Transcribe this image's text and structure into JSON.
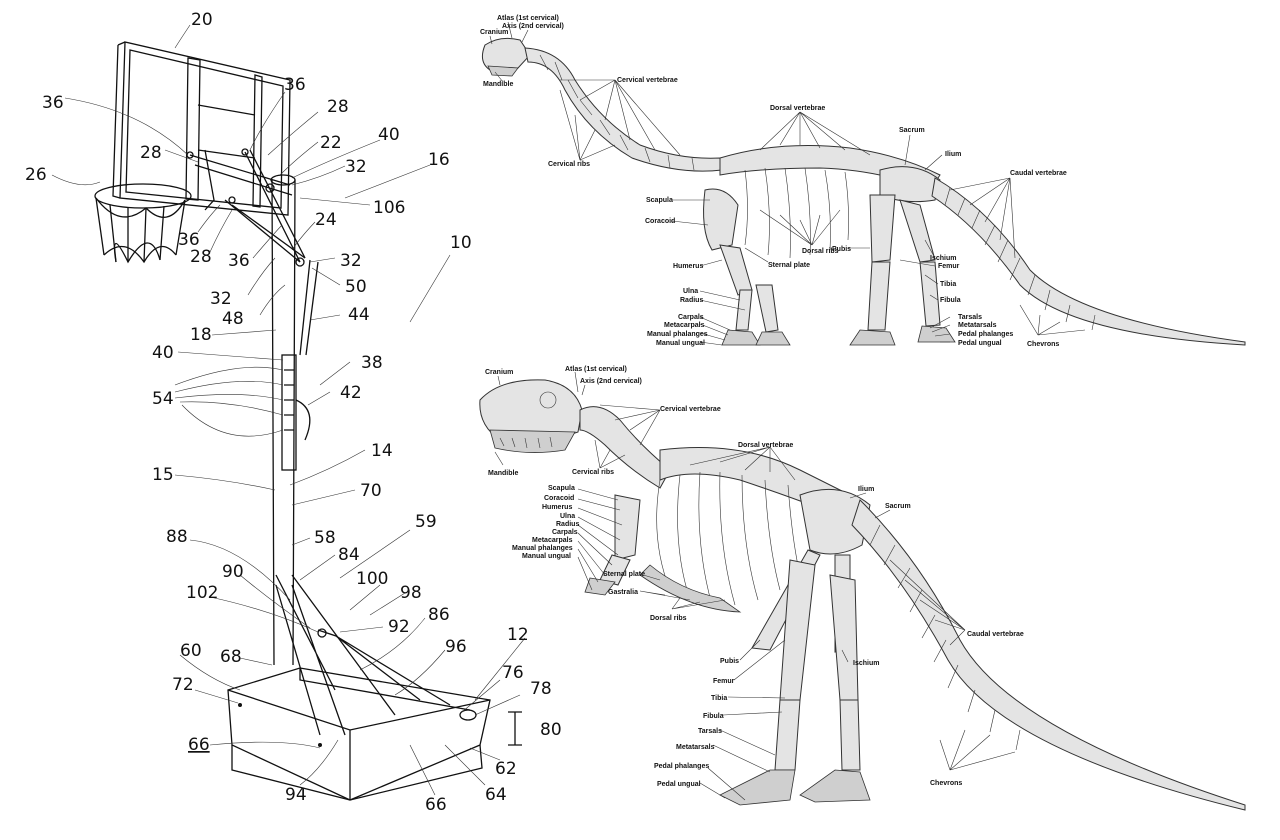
{
  "hoop": {
    "refs": [
      "20",
      "36",
      "36",
      "28",
      "28",
      "22",
      "40",
      "26",
      "32",
      "16",
      "106",
      "36",
      "28",
      "36",
      "24",
      "32",
      "50",
      "10",
      "32",
      "48",
      "44",
      "18",
      "40",
      "38",
      "54",
      "42",
      "14",
      "15",
      "70",
      "58",
      "59",
      "88",
      "84",
      "90",
      "100",
      "98",
      "102",
      "92",
      "86",
      "60",
      "68",
      "96",
      "12",
      "76",
      "78",
      "72",
      "80",
      "66",
      "94",
      "66",
      "64",
      "62"
    ],
    "underlined": "66"
  },
  "sauropod": {
    "labels": [
      "Atlas (1st cervical)",
      "Axis (2nd cervical)",
      "Cranium",
      "Mandible",
      "Cervical vertebrae",
      "Cervical ribs",
      "Dorsal vertebrae",
      "Sacrum",
      "Ilium",
      "Caudal vertebrae",
      "Scapula",
      "Coracoid",
      "Humerus",
      "Sternal plate",
      "Dorsal ribs",
      "Pubis",
      "Ischium",
      "Femur",
      "Tibia",
      "Fibula",
      "Ulna",
      "Radius",
      "Carpals",
      "Metacarpals",
      "Manual phalanges",
      "Manual ungual",
      "Tarsals",
      "Metatarsals",
      "Pedal phalanges",
      "Pedal ungual",
      "Chevrons"
    ]
  },
  "theropod": {
    "labels": [
      "Cranium",
      "Atlas (1st cervical)",
      "Axis (2nd cervical)",
      "Cervical vertebrae",
      "Mandible",
      "Cervical ribs",
      "Dorsal vertebrae",
      "Scapula",
      "Coracoid",
      "Humerus",
      "Ulna",
      "Radius",
      "Carpals",
      "Metacarpals",
      "Manual phalanges",
      "Manual ungual",
      "Sternal plate",
      "Gastralia",
      "Dorsal ribs",
      "Ilium",
      "Sacrum",
      "Caudal vertebrae",
      "Pubis",
      "Ischium",
      "Femur",
      "Tibia",
      "Fibula",
      "Tarsals",
      "Metatarsals",
      "Pedal phalanges",
      "Pedal ungual",
      "Chevrons"
    ]
  }
}
